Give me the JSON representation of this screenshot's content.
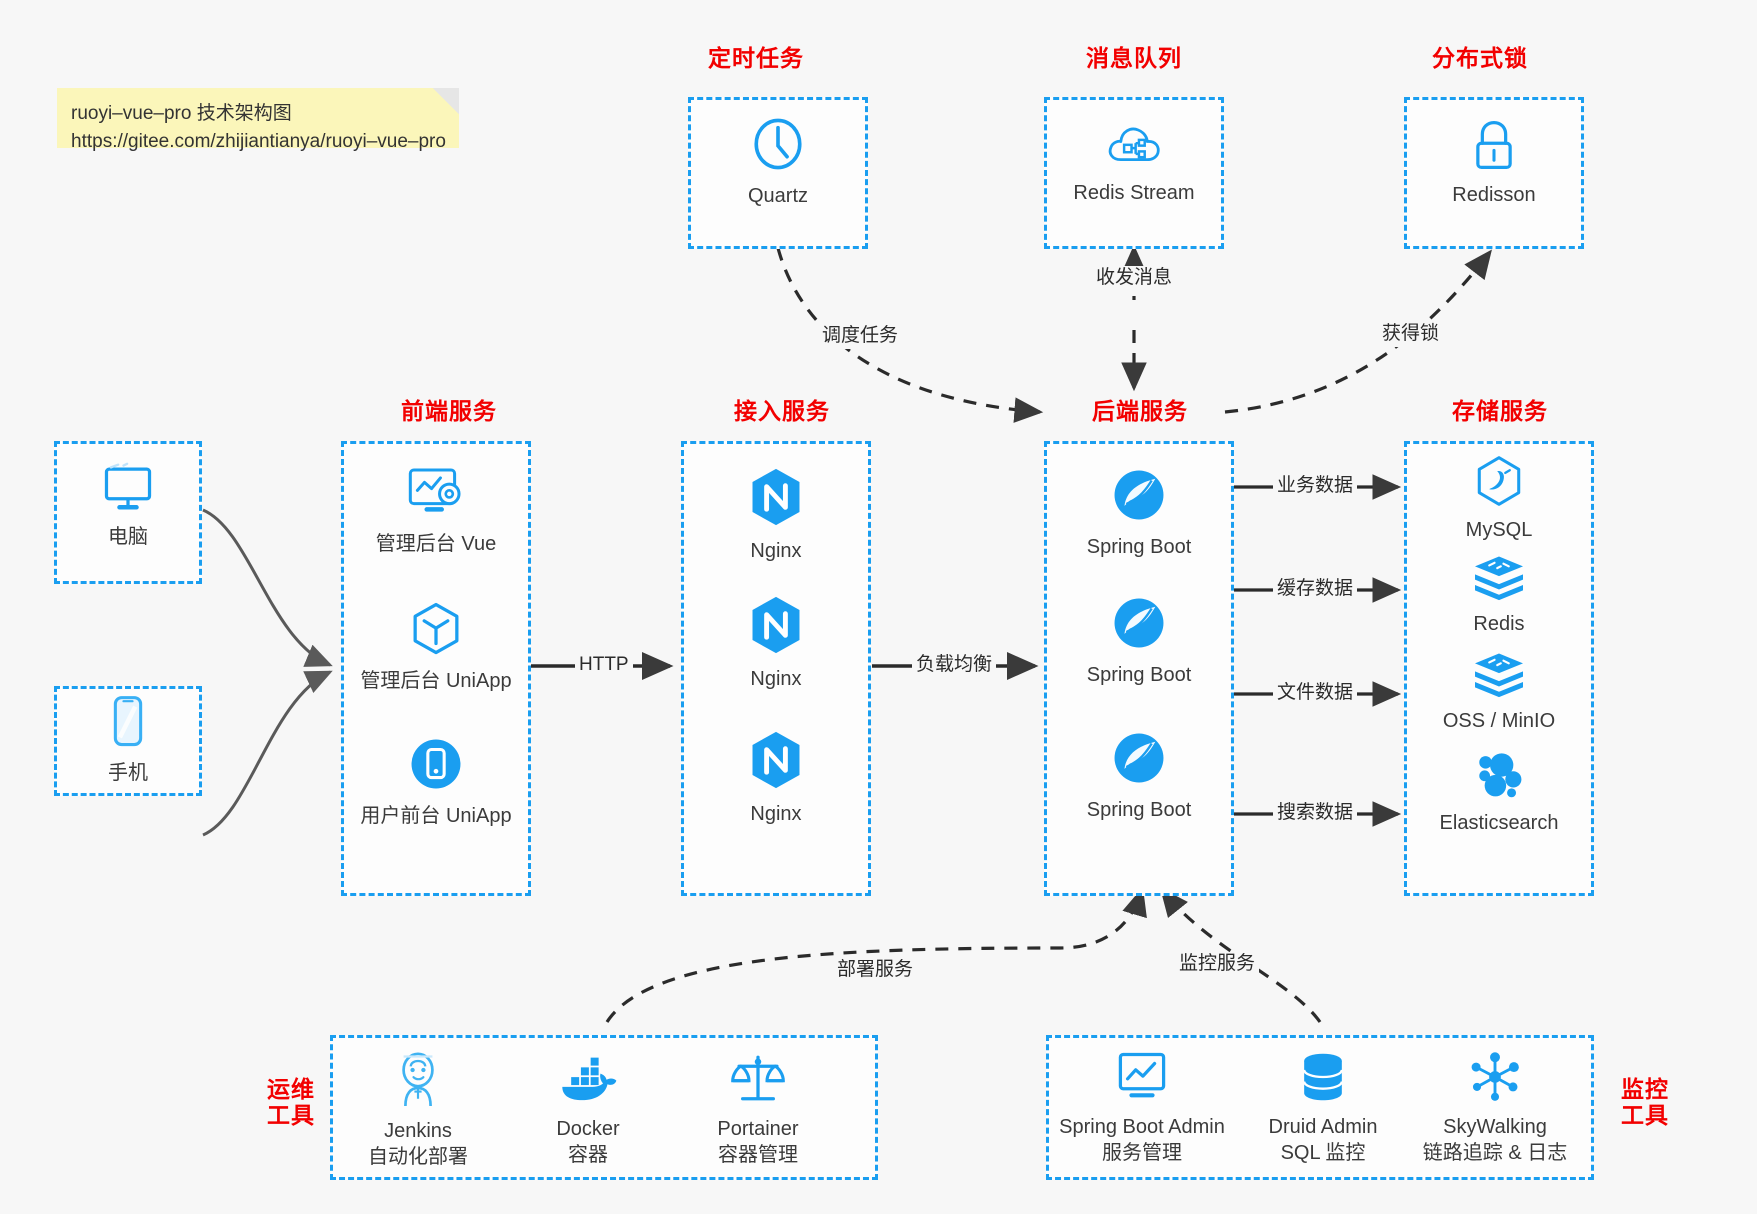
{
  "note": {
    "line1": "ruoyi–vue–pro 技术架构图",
    "line2": "https://gitee.com/zhijiantianya/ruoyi–vue–pro"
  },
  "groups": {
    "scheduler": {
      "title": "定时任务"
    },
    "mq": {
      "title": "消息队列"
    },
    "lock": {
      "title": "分布式锁"
    },
    "frontend": {
      "title": "前端服务"
    },
    "gateway": {
      "title": "接入服务"
    },
    "backend": {
      "title": "后端服务"
    },
    "storage": {
      "title": "存储服务"
    },
    "devops": {
      "title_line1": "运维",
      "title_line2": "工具"
    },
    "monitor": {
      "title_line1": "监控",
      "title_line2": "工具"
    }
  },
  "nodes": {
    "quartz": {
      "label": "Quartz",
      "icon": "clock-icon"
    },
    "redis_stream": {
      "label": "Redis Stream",
      "icon": "cloud-network-icon"
    },
    "redisson": {
      "label": "Redisson",
      "icon": "lock-icon"
    },
    "pc": {
      "label": "电脑",
      "icon": "desktop-icon"
    },
    "phone": {
      "label": "手机",
      "icon": "mobile-icon"
    },
    "admin_vue": {
      "label": "管理后台 Vue",
      "icon": "dashboard-gear-icon"
    },
    "admin_uniapp": {
      "label": "管理后台 UniApp",
      "icon": "cube-icon"
    },
    "user_uniapp": {
      "label": "用户前台 UniApp",
      "icon": "app-circle-icon"
    },
    "nginx1": {
      "label": "Nginx",
      "icon": "nginx-icon"
    },
    "nginx2": {
      "label": "Nginx",
      "icon": "nginx-icon"
    },
    "nginx3": {
      "label": "Nginx",
      "icon": "nginx-icon"
    },
    "boot1": {
      "label": "Spring Boot",
      "icon": "spring-icon"
    },
    "boot2": {
      "label": "Spring Boot",
      "icon": "spring-icon"
    },
    "boot3": {
      "label": "Spring Boot",
      "icon": "spring-icon"
    },
    "mysql": {
      "label": "MySQL",
      "icon": "mysql-icon"
    },
    "redis": {
      "label": "Redis",
      "icon": "redis-stack-icon"
    },
    "oss": {
      "label": "OSS / MinIO",
      "icon": "oss-stack-icon"
    },
    "es": {
      "label": "Elasticsearch",
      "icon": "elasticsearch-icon"
    },
    "jenkins": {
      "label": "Jenkins",
      "sub": "自动化部署",
      "icon": "jenkins-icon"
    },
    "docker": {
      "label": "Docker",
      "sub": "容器",
      "icon": "docker-icon"
    },
    "portainer": {
      "label": "Portainer",
      "sub": "容器管理",
      "icon": "scales-icon"
    },
    "sba": {
      "label": "Spring Boot Admin",
      "sub": "服务管理",
      "icon": "monitor-chart-icon"
    },
    "druid": {
      "label": "Druid Admin",
      "sub": "SQL 监控",
      "icon": "database-icon"
    },
    "skywalking": {
      "label": "SkyWalking",
      "sub": "链路追踪 & 日志",
      "icon": "nodes-graph-icon"
    }
  },
  "edges": {
    "schedule_task": "调度任务",
    "send_receive_msg": "收发消息",
    "acquire_lock": "获得锁",
    "http": "HTTP",
    "load_balance": "负载均衡",
    "biz_data": "业务数据",
    "cache_data": "缓存数据",
    "file_data": "文件数据",
    "search_data": "搜索数据",
    "deploy_service": "部署服务",
    "monitor_service": "监控服务"
  },
  "colors": {
    "accent_blue": "#1a9ef0",
    "title_red": "#f20000",
    "note_yellow": "#fbf6ba",
    "arrow_dark": "#2b2b2b",
    "background": "#f7f7f7"
  }
}
